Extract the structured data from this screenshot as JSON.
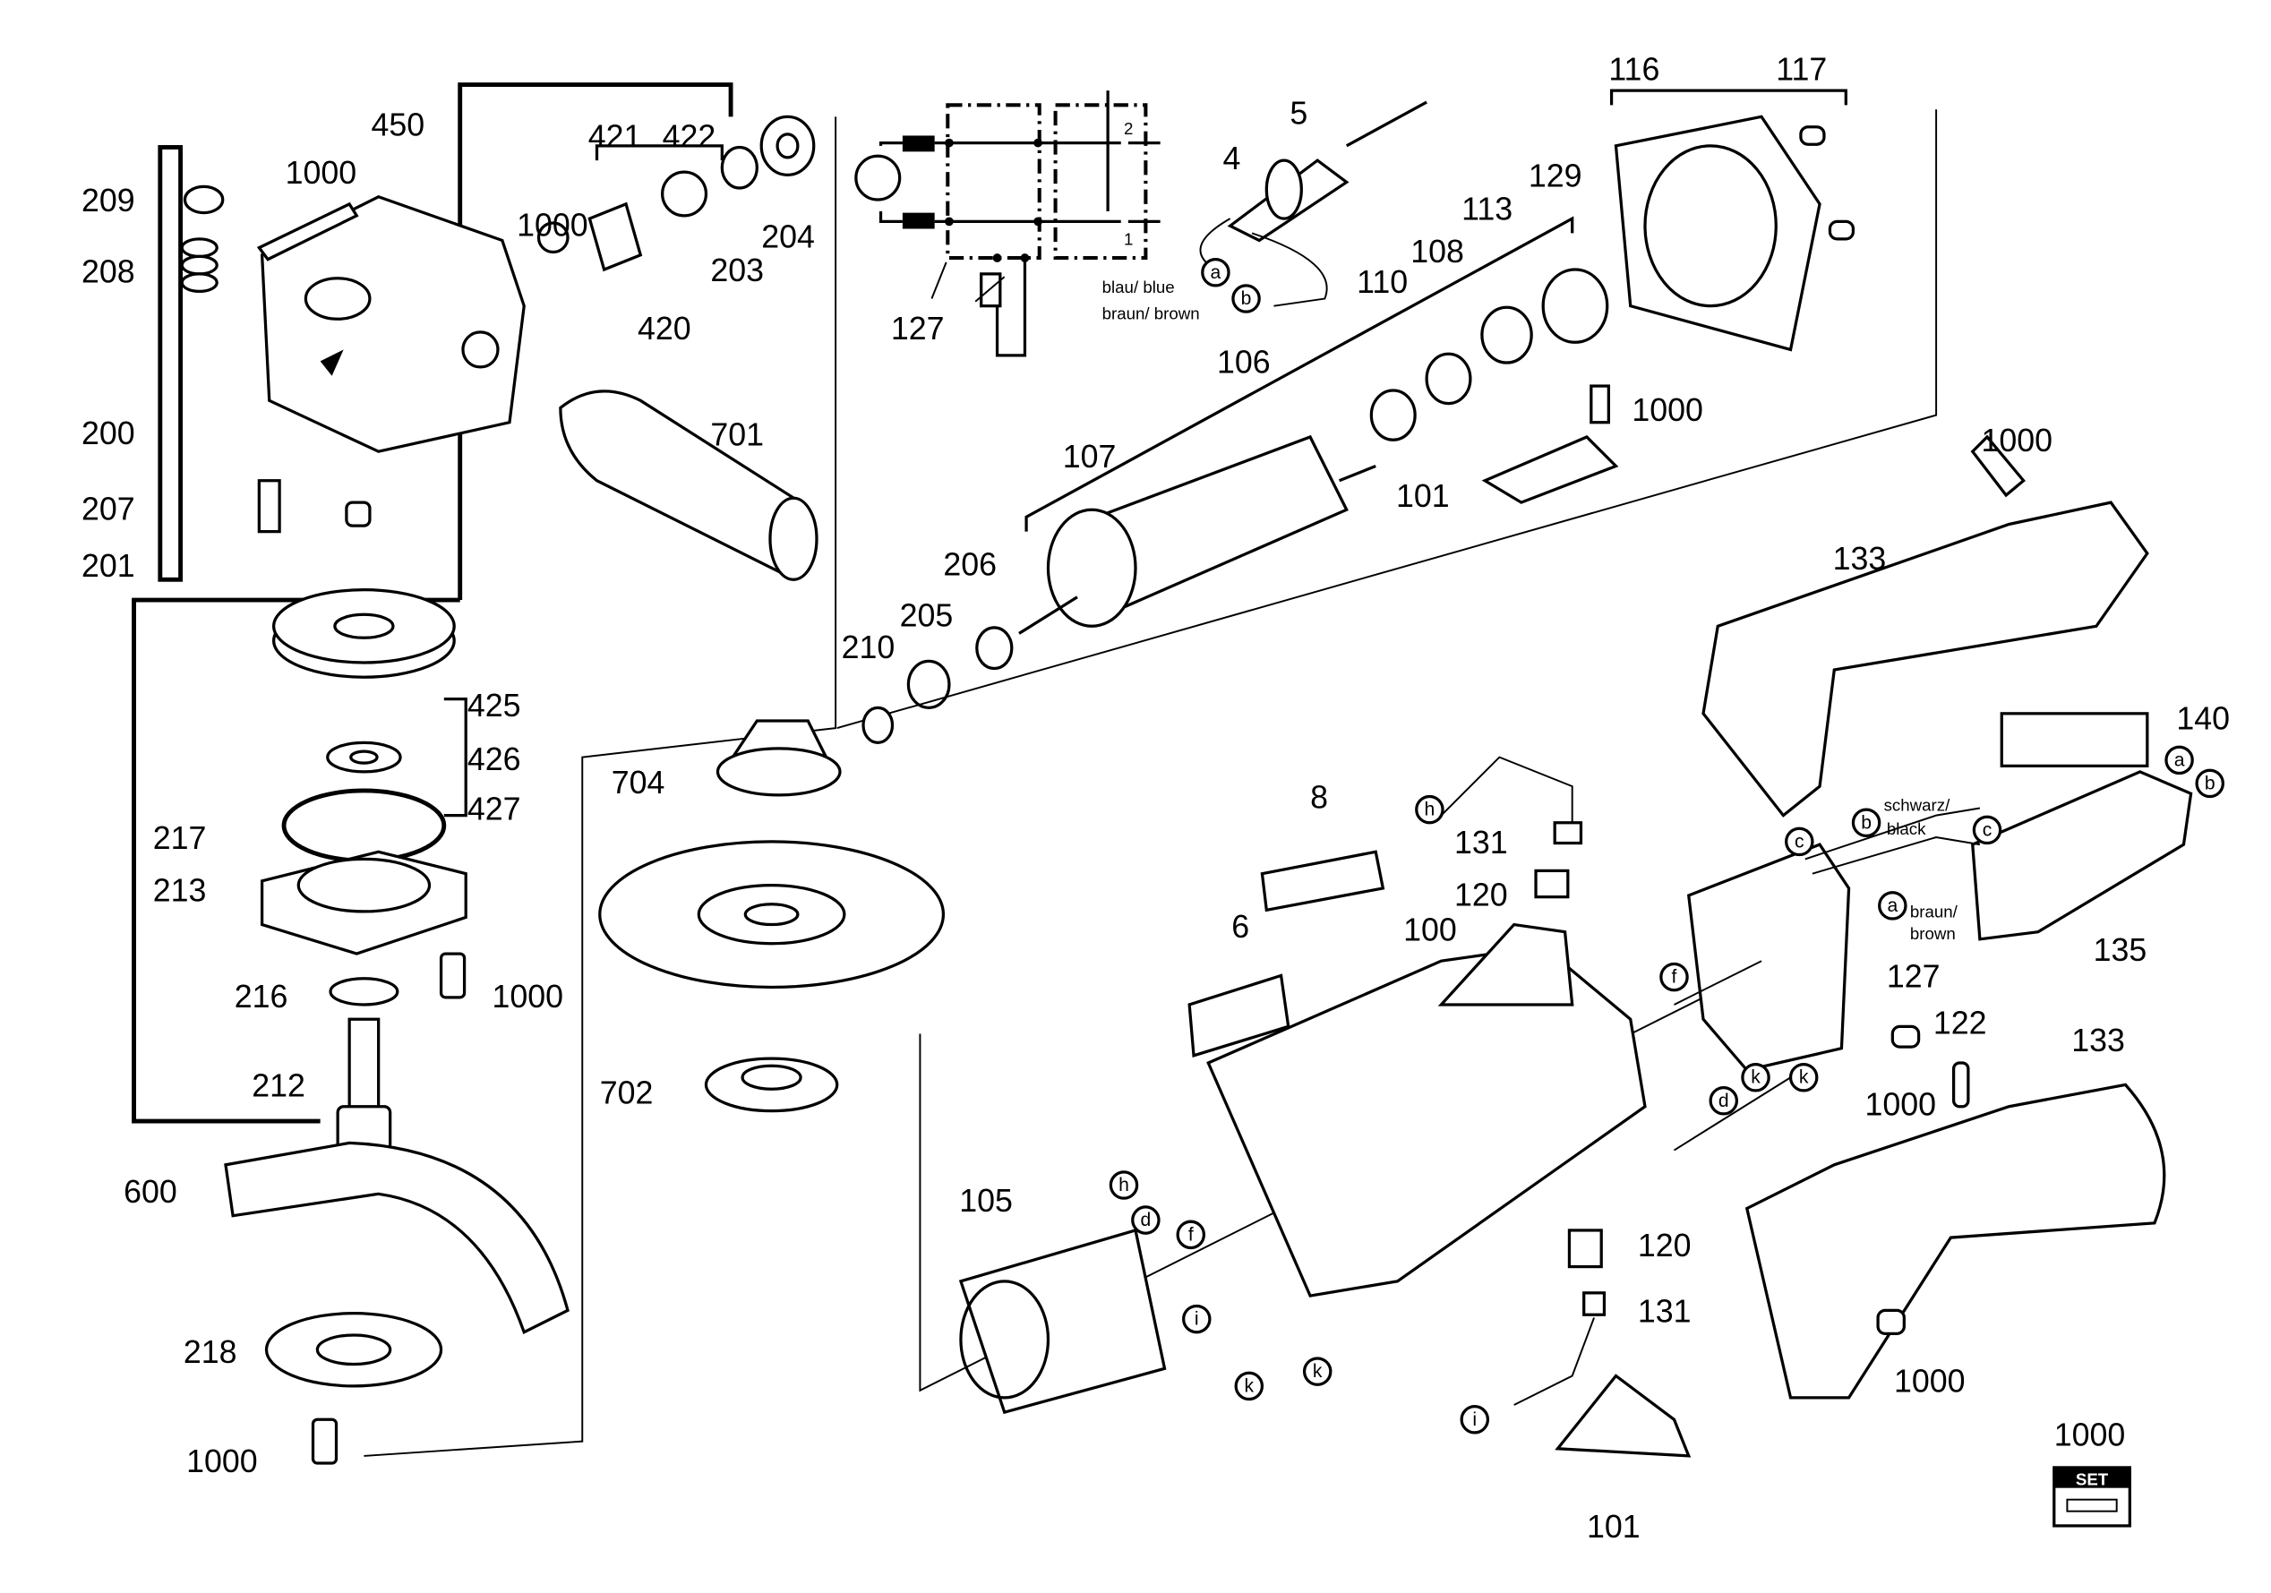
{
  "callouts": [
    "450",
    "421",
    "422",
    "209",
    "1000",
    "208",
    "1000",
    "204",
    "203",
    "420",
    "200",
    "701",
    "207",
    "201",
    "425",
    "426",
    "427",
    "217",
    "213",
    "216",
    "1000",
    "212",
    "600",
    "218",
    "1000",
    "704",
    "702",
    "127",
    "5",
    "4",
    "116",
    "117",
    "129",
    "113",
    "108",
    "110",
    "106",
    "1000",
    "101",
    "107",
    "206",
    "205",
    "210",
    "1000",
    "133",
    "140",
    "8",
    "131",
    "120",
    "135",
    "127",
    "6",
    "100",
    "122",
    "133",
    "1000",
    "105",
    "120",
    "131",
    "1000",
    "101",
    "1000"
  ],
  "wire_notes": [
    "blau/ blue",
    "braun/ brown",
    "schwarz/",
    "black",
    "braun/",
    "brown"
  ],
  "circuit_terminals": [
    "2",
    "1"
  ],
  "wire_letters": [
    "a",
    "b",
    "h",
    "a",
    "b",
    "c",
    "b",
    "a",
    "c",
    "f",
    "k",
    "k",
    "d",
    "h",
    "d",
    "f",
    "i",
    "k",
    "k",
    "i"
  ],
  "set_badge": "SET"
}
